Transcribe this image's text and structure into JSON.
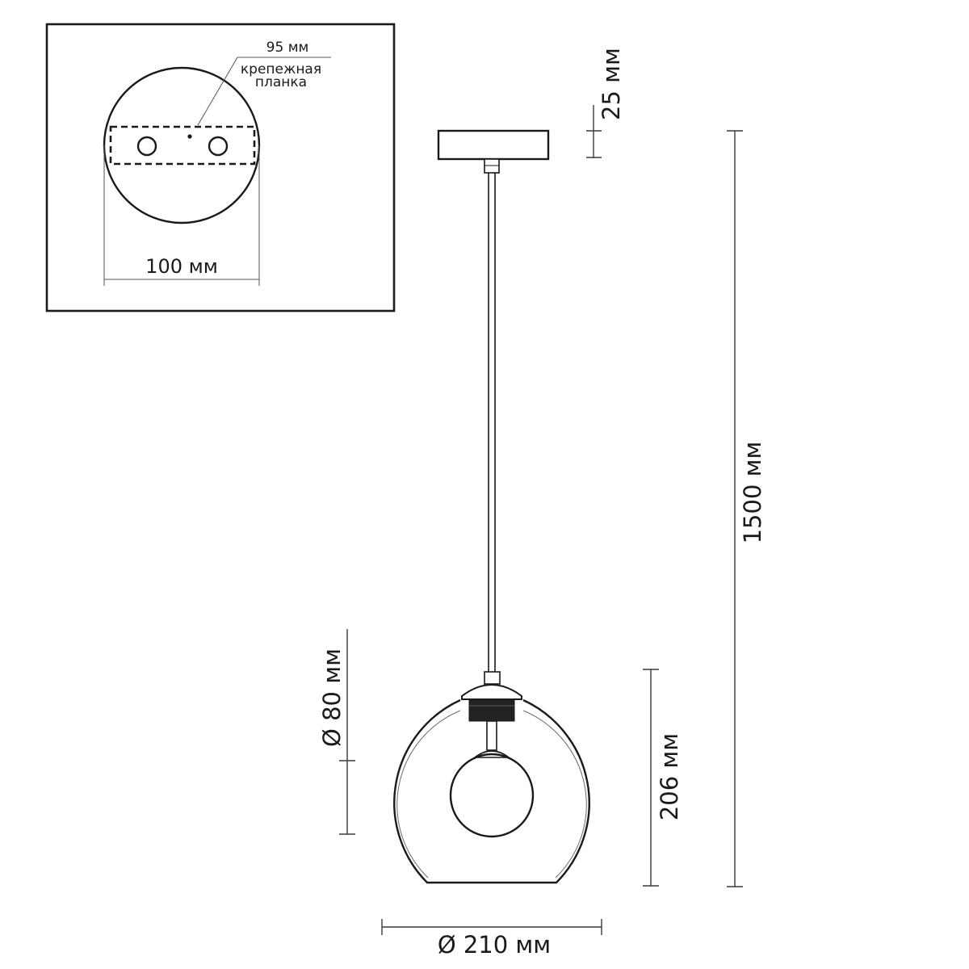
{
  "inset": {
    "mount_plate_width": "95 мм",
    "mount_plate_name_line1": "крепежная",
    "mount_plate_name_line2": "планка",
    "canopy_diameter": "100 мм"
  },
  "dimensions": {
    "canopy_height": "25 мм",
    "total_height": "1500 мм",
    "inner_diameter": "Ø 80 мм",
    "shade_height": "206 мм",
    "shade_diameter": "Ø 210 мм"
  },
  "colors": {
    "line": "#1a1a1a",
    "fitting_dark": "#222222",
    "background": "#ffffff"
  }
}
